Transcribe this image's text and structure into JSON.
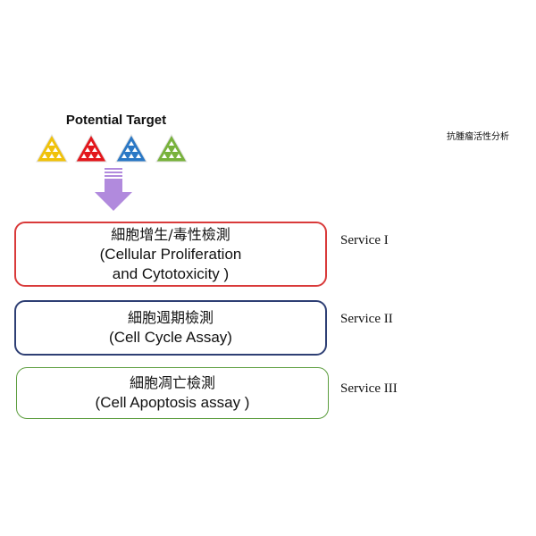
{
  "header": {
    "potential_target": "Potential Target",
    "side_title": "抗腫瘤活性分析"
  },
  "targets": [
    {
      "icon": "yellow-triangle-icon",
      "color": "#f0c20a"
    },
    {
      "icon": "red-triangle-icon",
      "color": "#e3171c"
    },
    {
      "icon": "blue-triangle-icon",
      "color": "#2b78c5"
    },
    {
      "icon": "green-triangle-icon",
      "color": "#78b23c"
    }
  ],
  "arrow": {
    "color": "#b18add",
    "icon": "down-arrow-icon"
  },
  "boxes": [
    {
      "line1": "細胞增生/毒性檢測",
      "line2": "(Cellular Proliferation",
      "line3": "and Cytotoxicity )",
      "border": "#d93a3a",
      "service": "Service I"
    },
    {
      "line1": "細胞週期檢測",
      "line2": "(Cell Cycle Assay)",
      "border": "#2e3f74",
      "service": "Service II"
    },
    {
      "line1": "細胞凋亡檢測",
      "line2": "(Cell Apoptosis assay )",
      "border": "#5c9d3e",
      "service": "Service III"
    }
  ]
}
